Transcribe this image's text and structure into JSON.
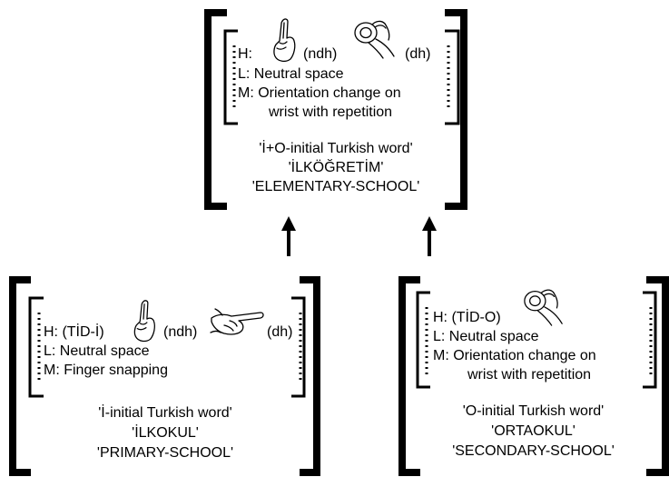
{
  "top": {
    "h_ndh": "(ndh)",
    "h_dh": "(dh)",
    "h_prefix": "H:",
    "l_line": "L:  Neutral space",
    "m_line1": "M: Orientation change on",
    "m_line2": "wrist with repetition",
    "caption1": "'İ+O-initial Turkish word'",
    "caption2": "'İLKÖĞRETİM'",
    "caption3": "'ELEMENTARY-SCHOOL'",
    "hand_icons": [
      "index-finger-handshape-icon",
      "o-handshape-icon"
    ]
  },
  "left": {
    "h_prefix": "H: (TİD-İ)",
    "h_ndh": "(ndh)",
    "h_dh": "(dh)",
    "l_line": "L:  Neutral space",
    "m_line1": "M: Finger snapping",
    "caption1": "'İ-initial Turkish word'",
    "caption2": "'İLKOKUL'",
    "caption3": "'PRIMARY-SCHOOL'",
    "hand_icons": [
      "index-finger-handshape-icon",
      "pointing-handshape-icon"
    ]
  },
  "right": {
    "h_prefix": "H: (TİD-O)",
    "l_line": "L:  Neutral space",
    "m_line1": "M: Orientation change on",
    "m_line2": "wrist with repetition",
    "caption1": "'O-initial Turkish word'",
    "caption2": "'ORTAOKUL'",
    "caption3": "'SECONDARY-SCHOOL'",
    "hand_icons": [
      "o-handshape-icon"
    ]
  },
  "arrows": [
    "up-arrow-icon",
    "up-arrow-icon"
  ]
}
